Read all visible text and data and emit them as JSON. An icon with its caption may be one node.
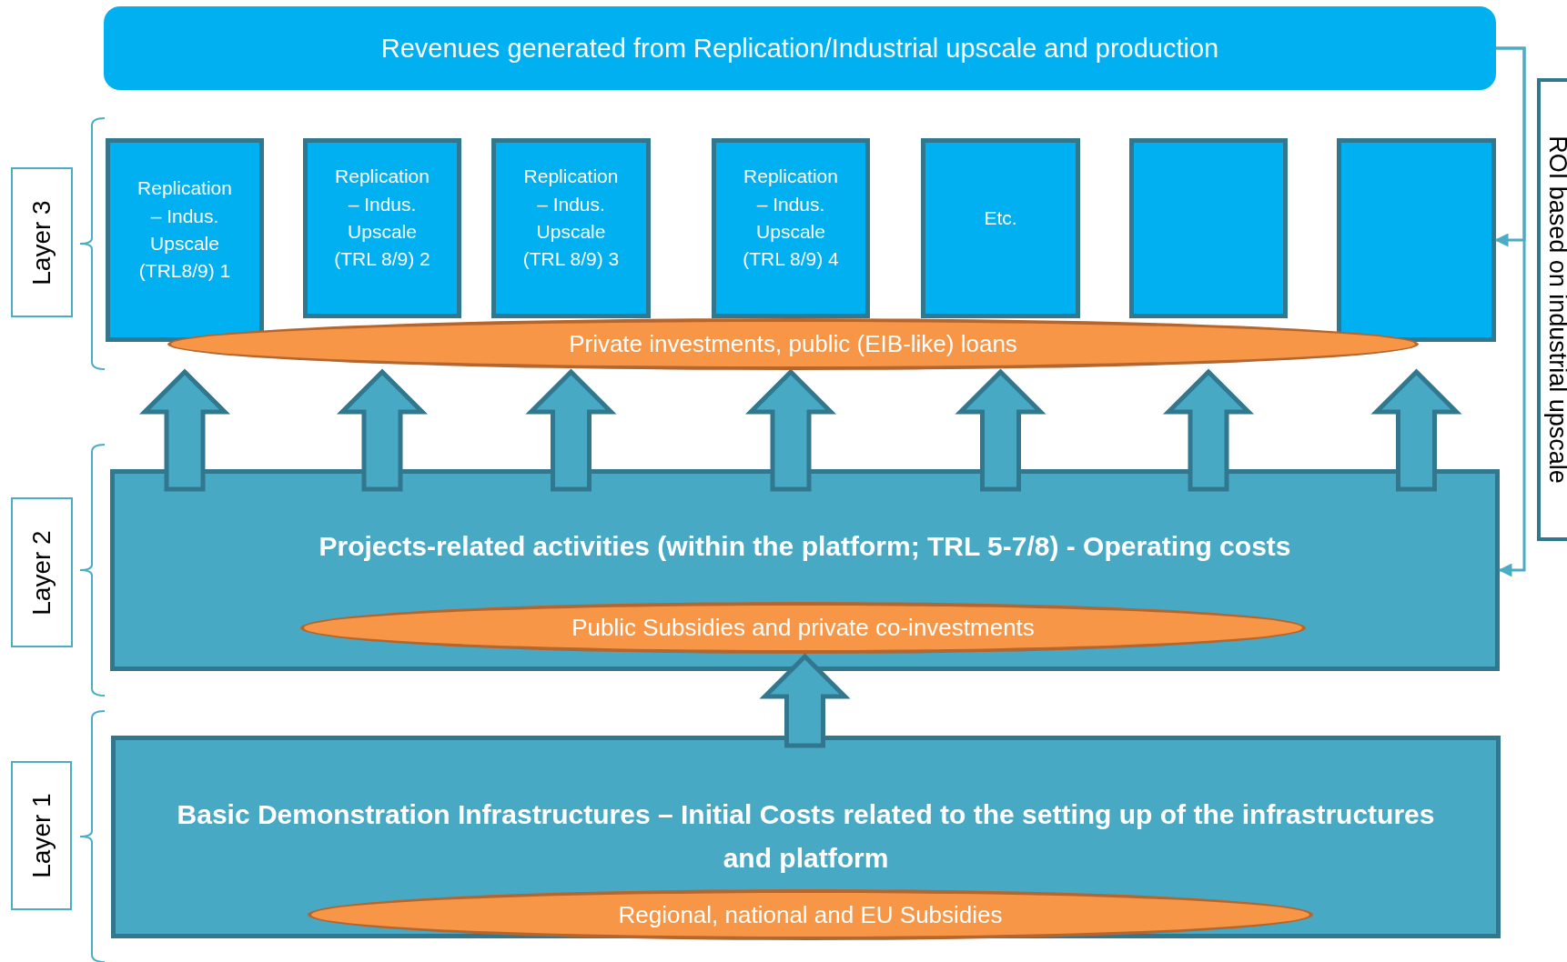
{
  "diagram": {
    "nodes": [
      {
        "text": [
          "Revenues generated from Replication/Industrial upscale and production"
        ]
      },
      {
        "text": [
          "Layer 3"
        ]
      },
      {
        "text": [
          "Replication – Indus. Upscale (TRL8/9) 1"
        ]
      },
      {
        "text": [
          "Replication – Indus. Upscale (TRL 8/9) 2"
        ]
      },
      {
        "text": [
          "Replication – Indus. Upscale (TRL 8/9) 3"
        ]
      },
      {
        "text": [
          "Replication – Indus. Upscale (TRL 8/9) 4"
        ]
      },
      {
        "text": [
          "Etc."
        ]
      },
      {
        "text": [],
        "shape": "box"
      },
      {
        "text": [],
        "shape": "box"
      },
      {
        "text": [
          "Private investments, public (EIB-like) loans"
        ]
      },
      {
        "text": [
          "Layer 2"
        ]
      },
      {
        "text": [
          "Projects-related activities (within the platform; TRL 5-7/8) - Operating costs"
        ]
      },
      {
        "text": [
          "Public Subsidies and private co-investments"
        ],
        "in": 11
      },
      {
        "text": [
          "Layer 1"
        ]
      },
      {
        "text": [
          "Basic Demonstration Infrastructures – Initial Costs related to the setting up of the infrastructures and platform"
        ]
      },
      {
        "text": [
          "Regional, national and EU Subsidies"
        ],
        "in": 14
      },
      {
        "text": [
          "ROI based on industrial upscale"
        ]
      }
    ],
    "edges": [
      {
        "from": 11,
        "to": 2,
        "arrow": "to",
        "style": "thick"
      },
      {
        "from": 11,
        "to": 3,
        "arrow": "to",
        "style": "thick"
      },
      {
        "from": 11,
        "to": 4,
        "arrow": "to",
        "style": "thick"
      },
      {
        "from": 11,
        "to": 5,
        "arrow": "to",
        "style": "thick"
      },
      {
        "from": 11,
        "to": 6,
        "arrow": "to",
        "style": "thick"
      },
      {
        "from": 11,
        "to": 7,
        "arrow": "to",
        "style": "thick"
      },
      {
        "from": 11,
        "to": 8,
        "arrow": "to",
        "style": "thick"
      },
      {
        "from": 14,
        "to": 11,
        "arrow": "to",
        "style": "thick"
      },
      {
        "from": 0,
        "to": 8,
        "arrow": "to",
        "color": "#4bacc6"
      },
      {
        "from": 0,
        "to": 11,
        "arrow": "to",
        "color": "#4bacc6"
      }
    ]
  }
}
